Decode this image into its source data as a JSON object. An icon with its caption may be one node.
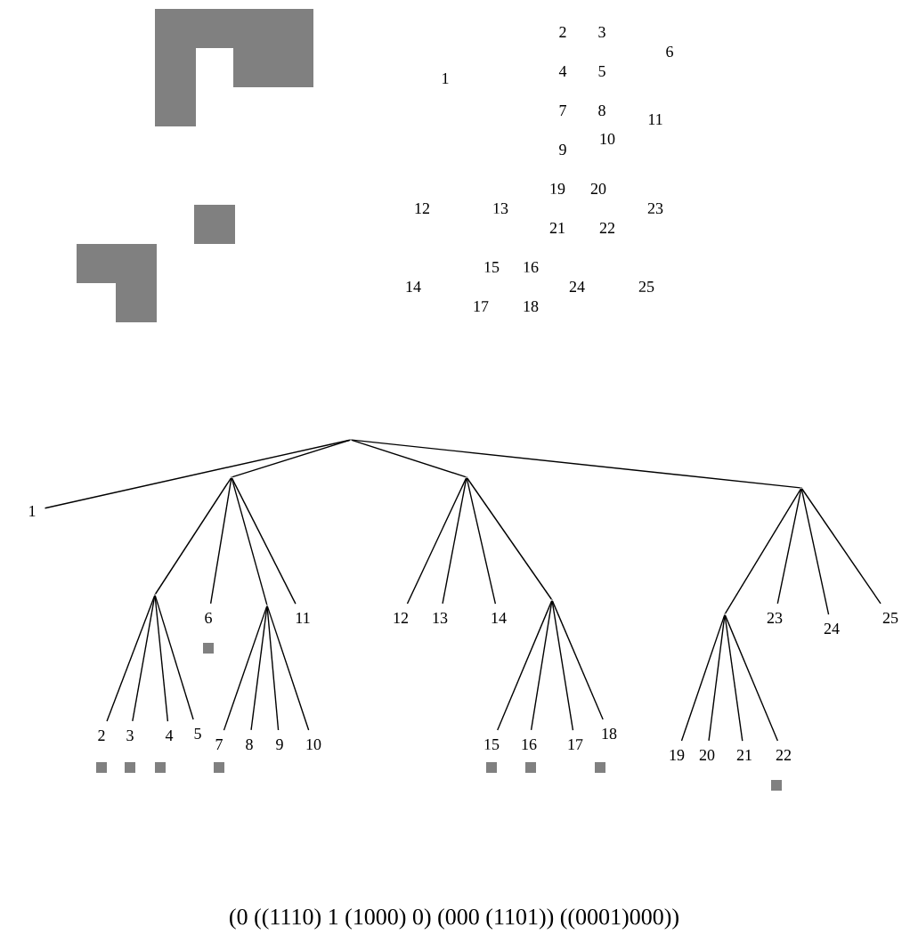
{
  "diagram": {
    "caption": "(0 ((1110) 1 (1000) 0) (000 (1101)) ((0001)000))",
    "nodes": [
      {
        "text": [],
        "shape": "point"
      },
      {
        "text": [
          "1"
        ]
      },
      {
        "text": [],
        "shape": "point"
      },
      {
        "text": [],
        "shape": "point"
      },
      {
        "text": [],
        "shape": "point"
      },
      {
        "text": [],
        "shape": "point"
      },
      {
        "text": [
          "6"
        ]
      },
      {
        "text": [],
        "shape": "point"
      },
      {
        "text": [
          "11"
        ]
      },
      {
        "text": [
          "12"
        ]
      },
      {
        "text": [
          "13"
        ]
      },
      {
        "text": [
          "14"
        ]
      },
      {
        "text": [],
        "shape": "point"
      },
      {
        "text": [],
        "shape": "point"
      },
      {
        "text": [
          "23"
        ]
      },
      {
        "text": [
          "24"
        ]
      },
      {
        "text": [
          "25"
        ]
      },
      {
        "text": [
          "2"
        ]
      },
      {
        "text": [
          "3"
        ]
      },
      {
        "text": [
          "4"
        ]
      },
      {
        "text": [
          "5"
        ]
      },
      {
        "text": [
          "7"
        ]
      },
      {
        "text": [
          "8"
        ]
      },
      {
        "text": [
          "9"
        ]
      },
      {
        "text": [
          "10"
        ]
      },
      {
        "text": [
          "15"
        ]
      },
      {
        "text": [
          "16"
        ]
      },
      {
        "text": [
          "17"
        ]
      },
      {
        "text": [
          "18"
        ]
      },
      {
        "text": [
          "19"
        ]
      },
      {
        "text": [
          "20"
        ]
      },
      {
        "text": [
          "21"
        ]
      },
      {
        "text": [
          "22"
        ]
      }
    ],
    "edges": [
      {
        "from": 0,
        "to": 1,
        "arrow": "none"
      },
      {
        "from": 0,
        "to": 2,
        "arrow": "none"
      },
      {
        "from": 0,
        "to": 3,
        "arrow": "none"
      },
      {
        "from": 0,
        "to": 4,
        "arrow": "none"
      },
      {
        "from": 2,
        "to": 5,
        "arrow": "none"
      },
      {
        "from": 2,
        "to": 6,
        "arrow": "none"
      },
      {
        "from": 2,
        "to": 7,
        "arrow": "none"
      },
      {
        "from": 2,
        "to": 8,
        "arrow": "none"
      },
      {
        "from": 3,
        "to": 9,
        "arrow": "none"
      },
      {
        "from": 3,
        "to": 10,
        "arrow": "none"
      },
      {
        "from": 3,
        "to": 11,
        "arrow": "none"
      },
      {
        "from": 3,
        "to": 12,
        "arrow": "none"
      },
      {
        "from": 4,
        "to": 13,
        "arrow": "none"
      },
      {
        "from": 4,
        "to": 14,
        "arrow": "none"
      },
      {
        "from": 4,
        "to": 15,
        "arrow": "none"
      },
      {
        "from": 4,
        "to": 16,
        "arrow": "none"
      },
      {
        "from": 5,
        "to": 17,
        "arrow": "none"
      },
      {
        "from": 5,
        "to": 18,
        "arrow": "none"
      },
      {
        "from": 5,
        "to": 19,
        "arrow": "none"
      },
      {
        "from": 5,
        "to": 20,
        "arrow": "none"
      },
      {
        "from": 7,
        "to": 21,
        "arrow": "none"
      },
      {
        "from": 7,
        "to": 22,
        "arrow": "none"
      },
      {
        "from": 7,
        "to": 23,
        "arrow": "none"
      },
      {
        "from": 7,
        "to": 24,
        "arrow": "none"
      },
      {
        "from": 12,
        "to": 25,
        "arrow": "none"
      },
      {
        "from": 12,
        "to": 26,
        "arrow": "none"
      },
      {
        "from": 12,
        "to": 27,
        "arrow": "none"
      },
      {
        "from": 12,
        "to": 28,
        "arrow": "none"
      },
      {
        "from": 13,
        "to": 29,
        "arrow": "none"
      },
      {
        "from": 13,
        "to": 30,
        "arrow": "none"
      },
      {
        "from": 13,
        "to": 31,
        "arrow": "none"
      },
      {
        "from": 13,
        "to": 32,
        "arrow": "none"
      }
    ],
    "labels": [
      "2",
      "3",
      "6",
      "4",
      "5",
      "1",
      "7",
      "8",
      "11",
      "10",
      "9",
      "19",
      "20",
      "12",
      "13",
      "23",
      "21",
      "22",
      "15",
      "16",
      "14",
      "24",
      "25",
      "17",
      "18"
    ]
  }
}
